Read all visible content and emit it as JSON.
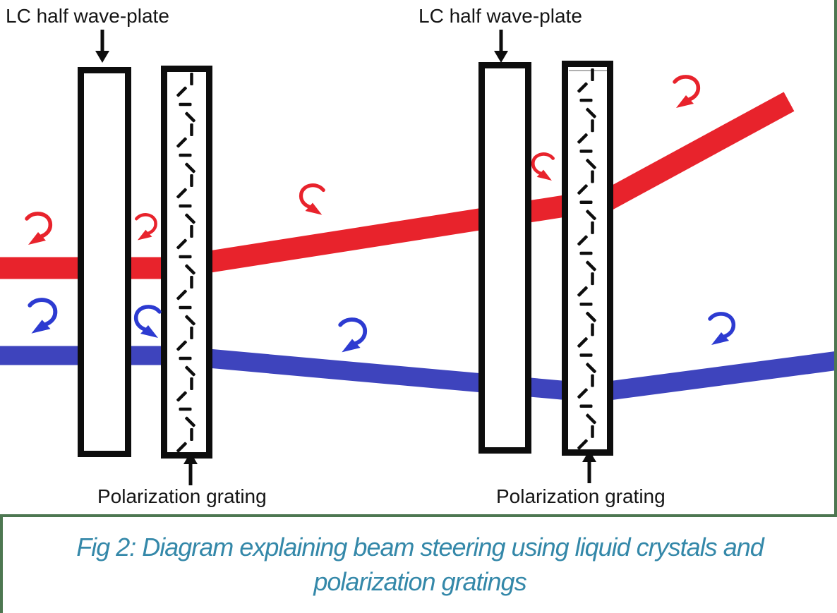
{
  "labels": {
    "lc_half_wave_plate_1": "LC half wave-plate",
    "lc_half_wave_plate_2": "LC half wave-plate",
    "polarization_grating_1": "Polarization grating",
    "polarization_grating_2": "Polarization grating"
  },
  "caption": {
    "lines": [
      "Fig 2: Diagram explaining beam steering using liquid crystals and",
      "polarization gratings"
    ]
  },
  "colors": {
    "beam_red": "#e8232c",
    "beam_blue": "#3e44bd",
    "arrow_red": "#e8232c",
    "arrow_blue": "#2d3bd1",
    "plate_outline": "#0d0d0d",
    "label_text": "#151515",
    "caption_text": "#3488a9",
    "frame_border": "#4d7751",
    "grating_topline": "#b0b0b0"
  },
  "icons": {
    "down_arrow": "↓",
    "up_arrow": "↑",
    "circular_polarization_curl": "↷"
  },
  "gratings": {
    "dash_count": 30,
    "dash_cycle": [
      "|",
      "/",
      "−",
      "\\"
    ],
    "dash_length": 18,
    "dash_thickness": 4.5
  }
}
